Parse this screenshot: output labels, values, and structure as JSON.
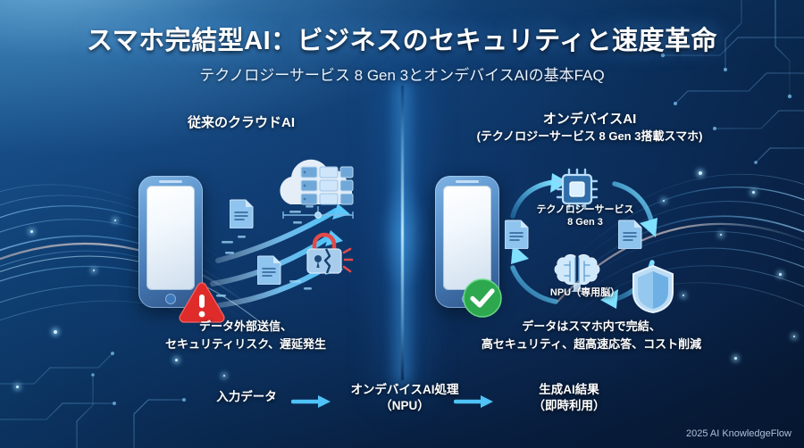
{
  "header": {
    "title": "スマホ完結型AI：ビジネスのセキュリティと速度革命",
    "subtitle": "テクノロジーサービス 8 Gen 3とオンデバイスAIの基本FAQ"
  },
  "columns": {
    "left": {
      "heading": "従来のクラウドAI",
      "caption_line1": "データ外部送信、",
      "caption_line2": "セキュリティリスク、遅延発生",
      "icons": {
        "phone": "smartphone-icon",
        "cloud_server": "cloud-server-icon",
        "document_upper": "document-icon",
        "document_lower": "document-icon",
        "broken_lock": "broken-lock-icon",
        "warning": "warning-triangle-icon",
        "data_arrows": "upload-arrows-icon"
      }
    },
    "right": {
      "heading": "オンデバイスAI",
      "heading_sub": "(テクノロジーサービス 8 Gen 3搭載スマホ)",
      "caption_line1": "データはスマホ内で完結、",
      "caption_line2": "高セキュリティ、超高速応答、コスト削減",
      "chip_label_line1": "テクノロジーサービス",
      "chip_label_line2": "8 Gen 3",
      "npu_label": "NPU（専用脳）",
      "icons": {
        "phone": "smartphone-icon",
        "chip": "cpu-chip-icon",
        "brain": "brain-icon",
        "document_left": "document-icon",
        "document_right": "document-icon",
        "shield": "shield-icon",
        "check": "check-circle-icon",
        "loop_arrows": "circular-flow-arrows-icon"
      }
    }
  },
  "flow": {
    "step1": "入力データ",
    "step2_line1": "オンデバイスAI処理",
    "step2_line2": "（NPU）",
    "step3_line1": "生成AI結果",
    "step3_line2": "（即時利用）",
    "arrow_icon": "arrow-right-icon"
  },
  "footer": {
    "watermark": "2025 AI KnowledgeFlow"
  },
  "colors": {
    "background_deep": "#081f40",
    "background_light": "#1b5c92",
    "accent_cyan": "#4fc3f7",
    "danger_red": "#e02b2b",
    "success_green": "#2ea84f",
    "icon_blue": "#8fc4ee",
    "text_white": "#ffffff"
  }
}
